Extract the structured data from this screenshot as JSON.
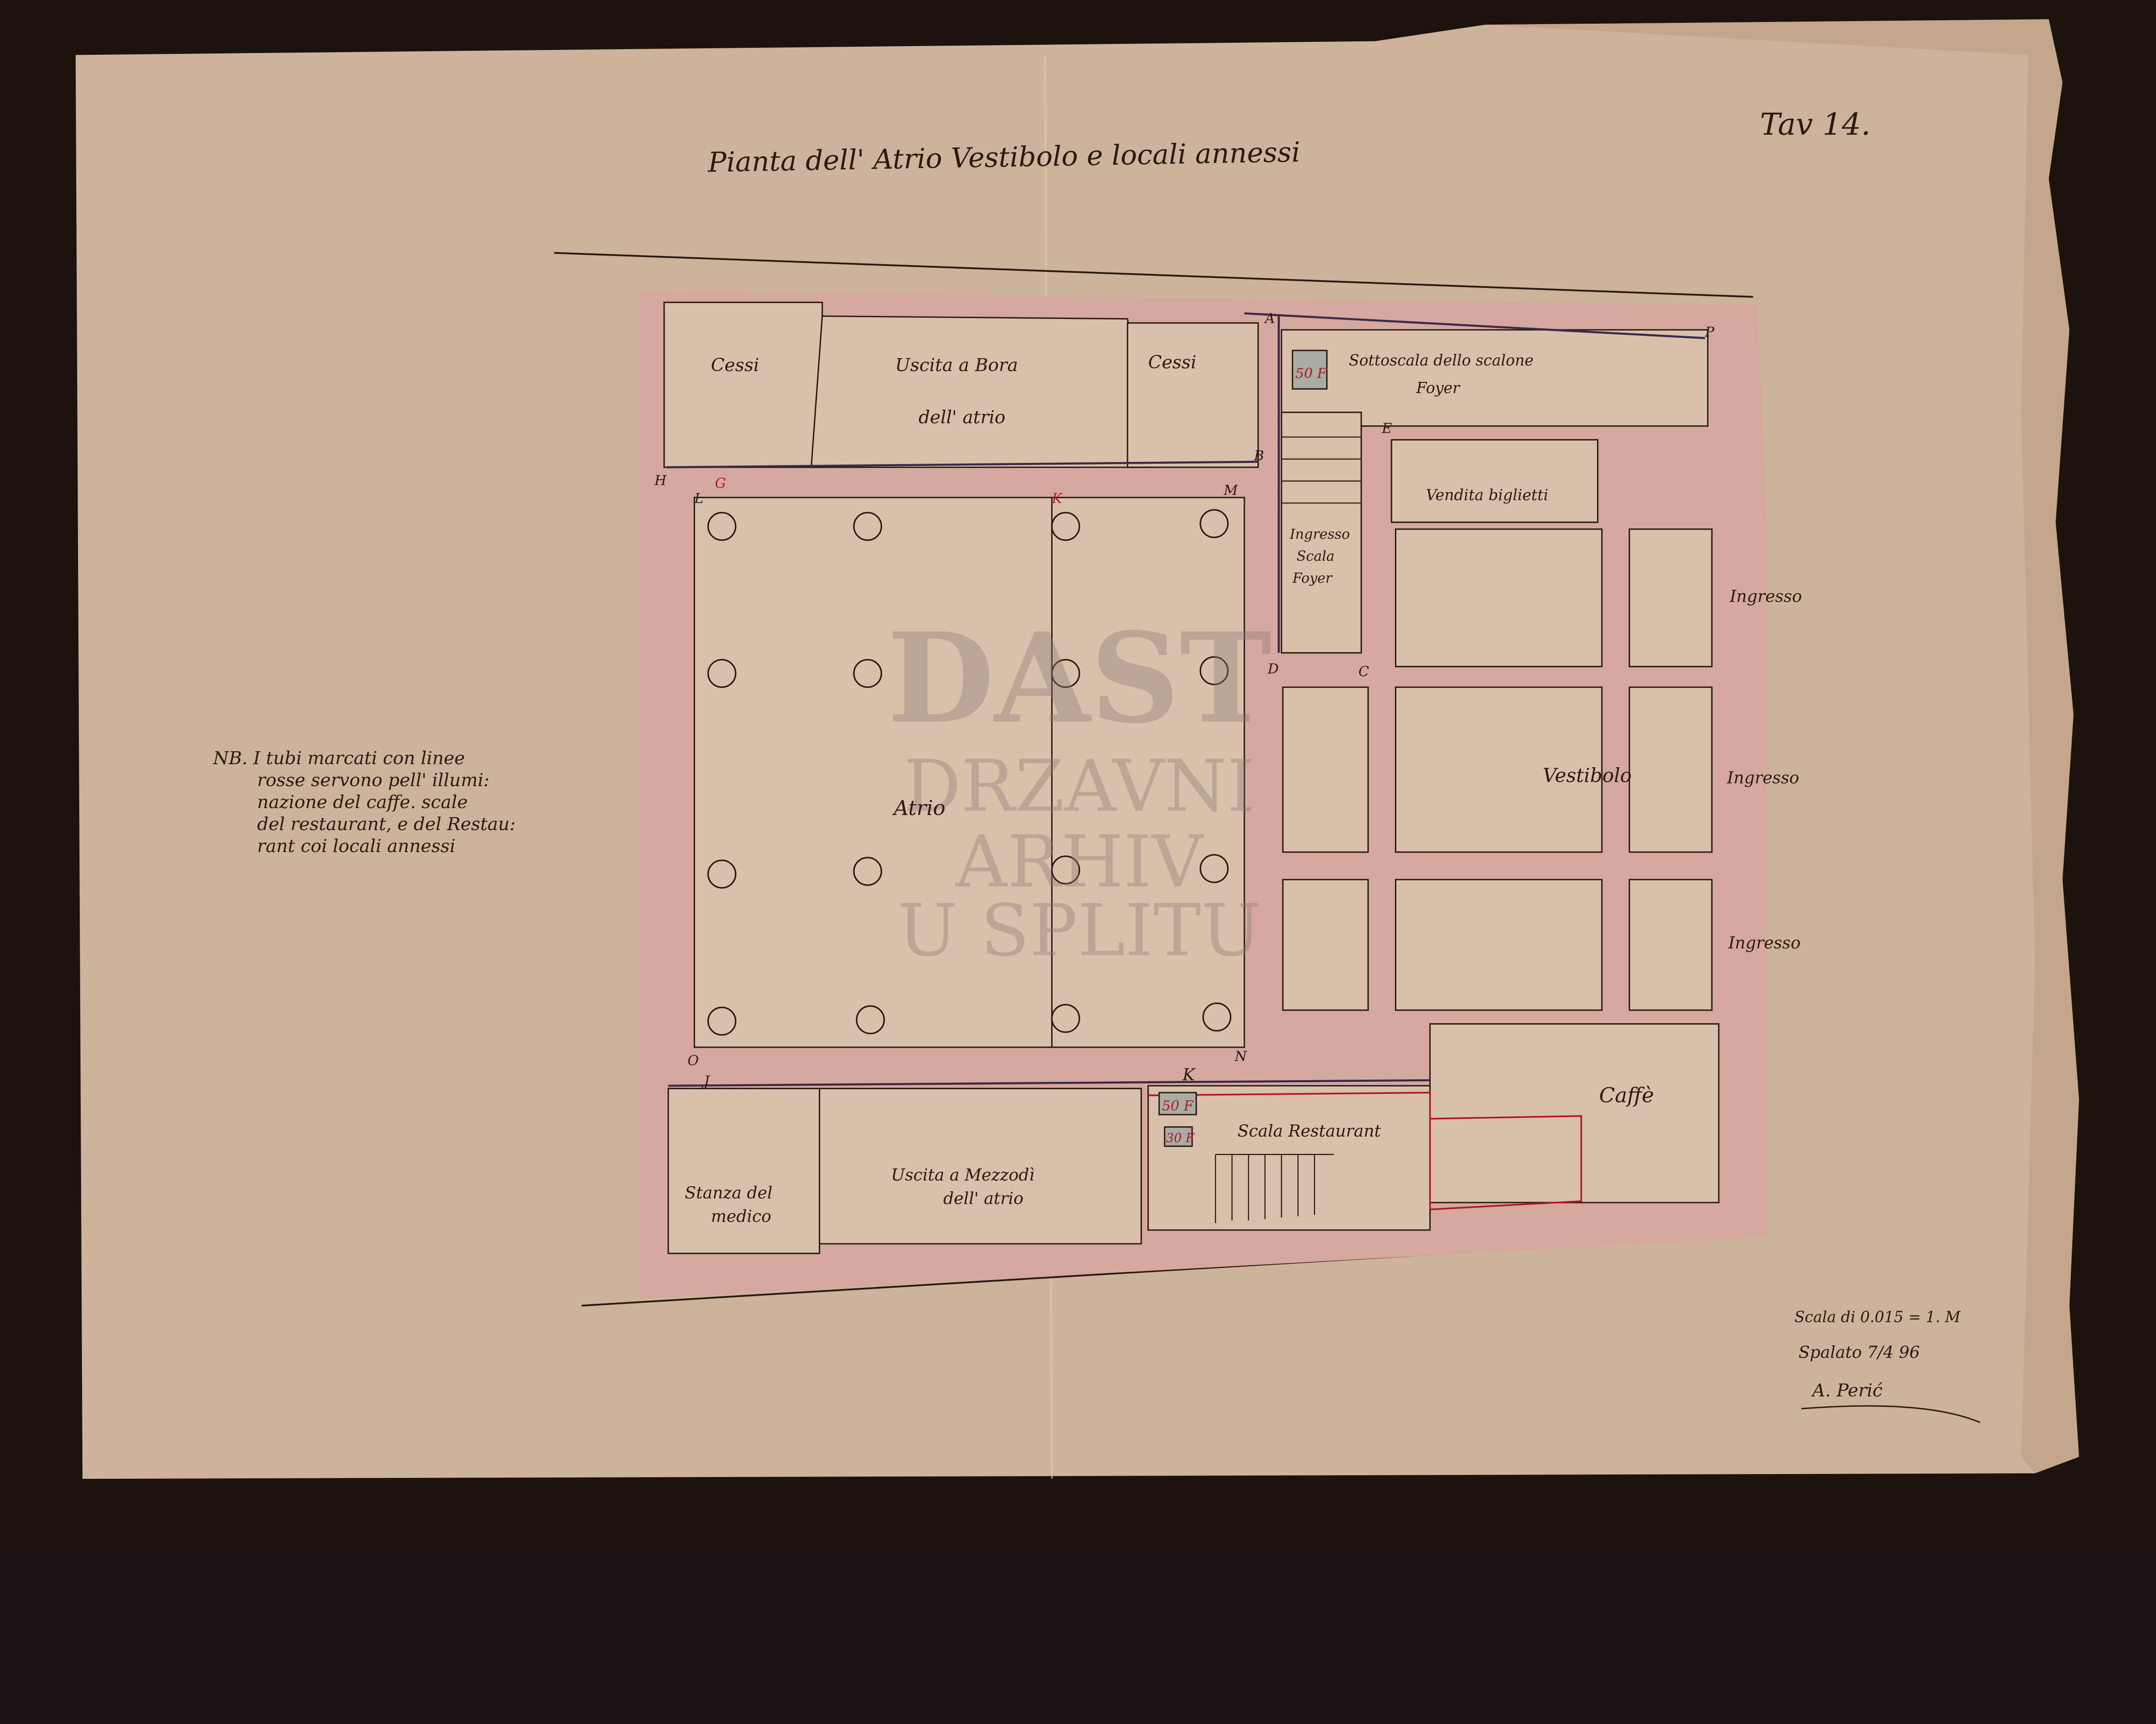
{
  "sheet": {
    "title": "Pianta dell' Atrio Vestibolo e locali annessi",
    "plate": "Tav 14."
  },
  "note": {
    "lines": [
      "NB. I tubi marcati con linee",
      "rosse servono pell' illumi:",
      "nazione del caffe. scale",
      "del restaurant, e del Restau:",
      "rant coi locali annessi"
    ]
  },
  "rooms": {
    "cessi_left": "Cessi",
    "uscita_bora_1": "Uscita a Bora",
    "uscita_bora_2": "dell' atrio",
    "cessi_right": "Cessi",
    "sottoscala_1": "Sottoscala dello scalone",
    "sottoscala_2": "Foyer",
    "vendita": "Vendita biglietti",
    "ingresso_scala_1": "Ingresso",
    "ingresso_scala_2": "Scala",
    "ingresso_scala_3": "Foyer",
    "ingresso_1": "Ingresso",
    "ingresso_2": "Ingresso",
    "ingresso_3": "Ingresso",
    "vestibolo": "Vestibolo",
    "atrio": "Atrio",
    "caffe": "Caffè",
    "scala_restaurant": "Scala Restaurant",
    "stanza_1": "Stanza del",
    "stanza_2": "medico",
    "uscita_mezzodi_1": "Uscita a Mezzodì",
    "uscita_mezzodi_2": "dell' atrio"
  },
  "points": {
    "H": "H",
    "L": "L",
    "M": "M",
    "K_top": "K",
    "O": "O",
    "J": "J",
    "N": "N",
    "K_bottom": "K",
    "P": "P",
    "A": "A",
    "B": "B",
    "C": "C",
    "D": "D",
    "E": "E",
    "G": "G"
  },
  "fixtures": {
    "box_sottoscala": "50 F",
    "box_scala_1": "50 F",
    "box_scala_2": "30 F"
  },
  "footer": {
    "scale": "Scala di 0.015 = 1. M",
    "place_date": "Spalato 7/4 96",
    "signature": "A. Perić"
  },
  "watermark": {
    "line1": "DAST",
    "line2": "DRZAVNI",
    "line3": "ARHIV",
    "line4": "U SPLITU"
  },
  "colors": {
    "paper": "#cfb59b",
    "wall": "#d7a99e",
    "ink": "#2a1a14",
    "red_ink": "#b0182a"
  }
}
